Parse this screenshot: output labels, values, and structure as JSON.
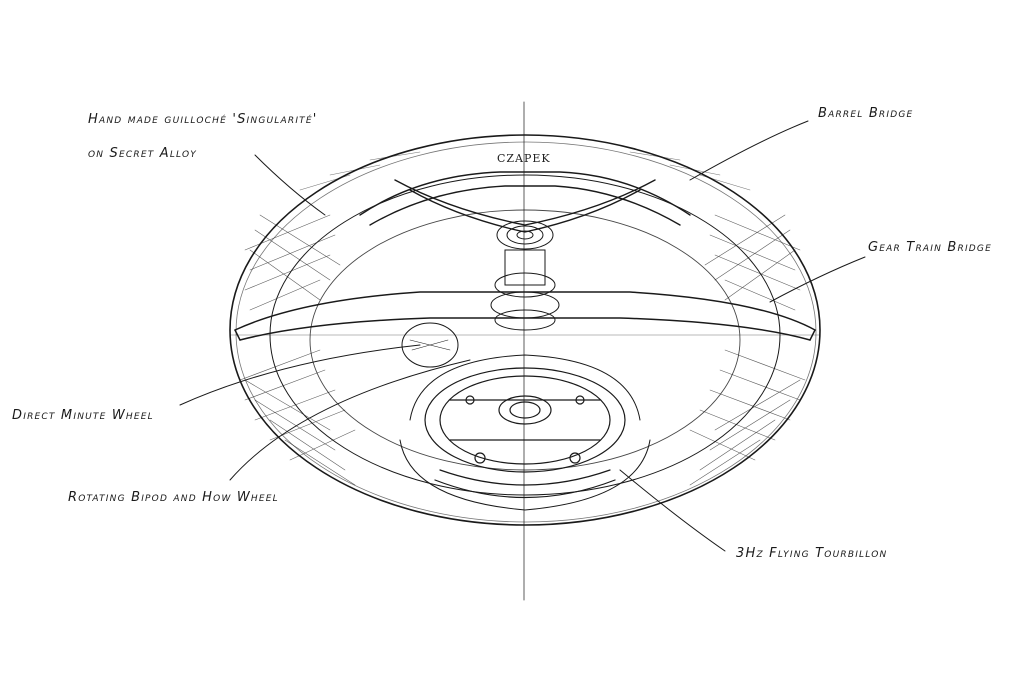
{
  "diagram": {
    "brand": "CZAPEK",
    "labels": {
      "guilloche_line1": "Hand made guilloché 'Singularité'",
      "guilloche_line2": "on Secret Alloy",
      "barrel_bridge": "Barrel Bridge",
      "gear_train_bridge": "Gear Train Bridge",
      "direct_minute_wheel": "Direct Minute Wheel",
      "rotating_bipod": "Rotating Bipod and How Wheel",
      "flying_tourbillon": "3Hz Flying Tourbillon"
    }
  },
  "colors": {
    "ink": "#1a1a1a",
    "paper": "#ffffff"
  }
}
